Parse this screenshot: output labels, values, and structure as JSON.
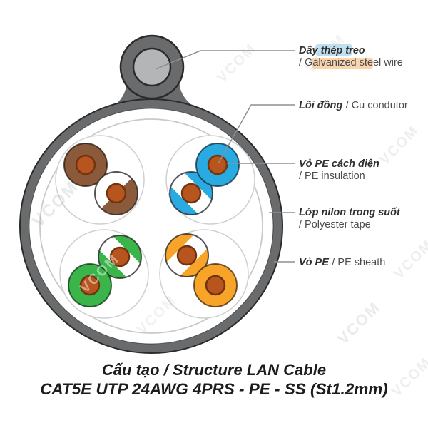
{
  "watermark_text": "VCOM",
  "title": {
    "line1": "Cấu tạo / Structure LAN Cable",
    "line2": "CAT5E UTP 24AWG 4PRS - PE - SS (St1.2mm)"
  },
  "callouts": [
    {
      "vi": "Dây thép treo",
      "en": "/ Galvanized steel wire"
    },
    {
      "vi": "Lõi đồng",
      "en": "/ Cu condutor"
    },
    {
      "vi": "Vỏ PE cách điện",
      "en": "/ PE insulation"
    },
    {
      "vi": "Lớp nilon trong suốt",
      "en": "/ Polyester tape"
    },
    {
      "vi": "Vỏ PE",
      "en": "/ PE sheath"
    }
  ],
  "colors": {
    "sheath_gray": "#6a6b6d",
    "steel_core": "#b4b5b7",
    "outline_dark": "#2b2b2b",
    "tape_gray": "#c9c9cb",
    "pair_circle": "#cfcfd1",
    "leader_gray": "#8f8f91",
    "copper": "#b8541d",
    "copper_edge": "#703410",
    "brown": "#8b5a3b",
    "blue": "#29abe2",
    "green": "#3ab54a",
    "orange": "#f7a428",
    "white": "#ffffff",
    "highlight_blue": "#8cc7e4",
    "highlight_orange": "#f5b069"
  },
  "pairs": [
    "brown",
    "blue",
    "green",
    "orange"
  ]
}
